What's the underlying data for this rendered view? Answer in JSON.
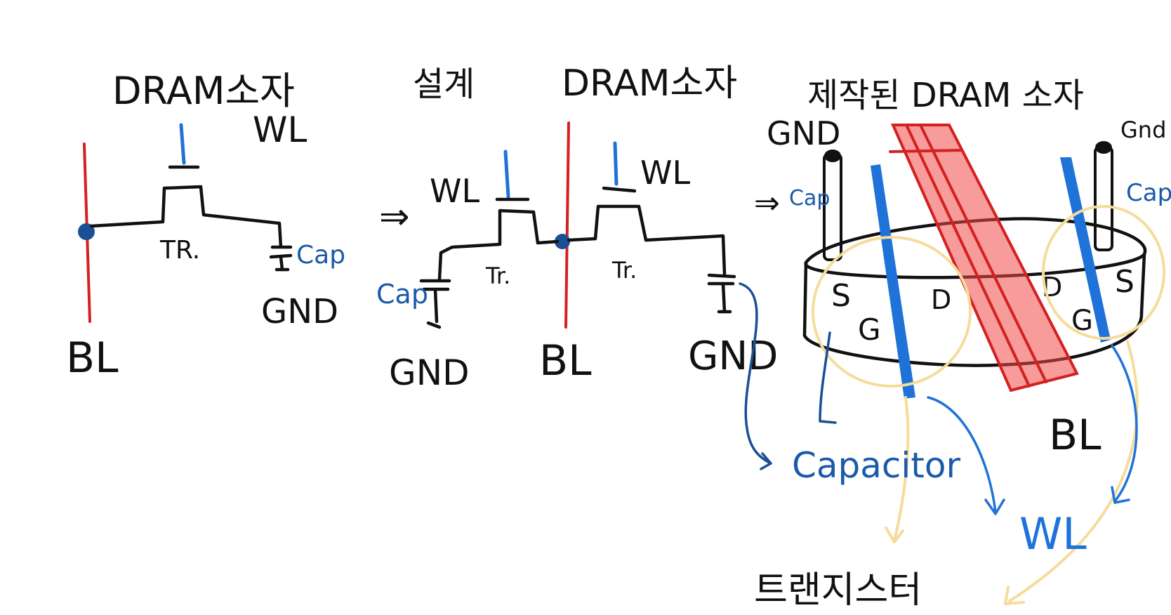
{
  "diagram": {
    "panel1": {
      "title": "DRAM소자",
      "wl": "WL",
      "tr": "TR.",
      "cap": "Cap",
      "gnd": "GND",
      "bl": "BL"
    },
    "panel2": {
      "arrow": "⇒",
      "design": "설계",
      "title": "DRAM소자",
      "wl_left": "WL",
      "wl_right": "WL",
      "tr_left": "Tr.",
      "tr_right": "Tr.",
      "cap": "Cap",
      "gnd_left": "GND",
      "gnd_right": "GND",
      "bl": "BL"
    },
    "panel3": {
      "title": "제작된 DRAM 소자",
      "arrow": "⇒",
      "gnd_left": "GND",
      "gnd_right": "Gnd",
      "cap_left": "Cap",
      "cap_right": "Cap",
      "s_left": "S",
      "g_left": "G",
      "d_left": "D",
      "d_right": "D",
      "g_right": "G",
      "s_right": "S",
      "bl": "BL",
      "capacitor": "Capacitor",
      "wl": "WL",
      "transistor": "트랜지스터"
    },
    "colors": {
      "ink": "#111111",
      "bitline_red": "#d42020",
      "wordline_blue": "#1f73d8",
      "annotation_navy": "#1a4f96",
      "transistor_yellow": "#f5dc9a"
    }
  }
}
